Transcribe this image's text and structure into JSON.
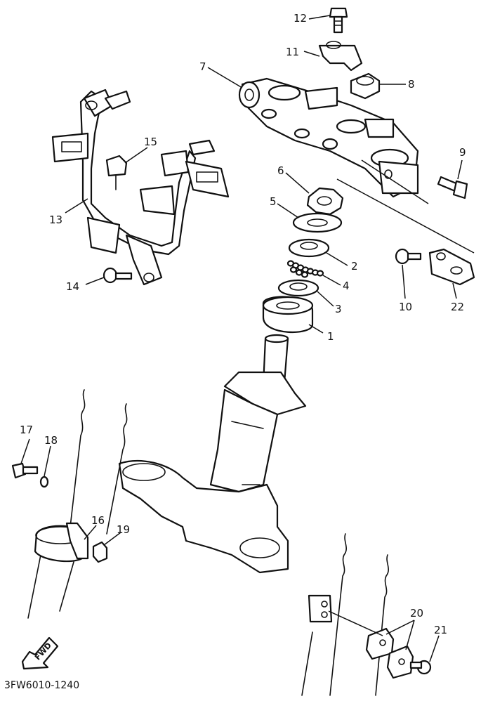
{
  "callouts": [
    "1",
    "2",
    "3",
    "4",
    "5",
    "6",
    "7",
    "8",
    "9",
    "10",
    "11",
    "12",
    "13",
    "14",
    "15",
    "16",
    "17",
    "18",
    "19",
    "20",
    "21",
    "22"
  ],
  "diagram_code": "3FW6010-1240",
  "fwd_label": "FWD",
  "colors": {
    "line": "#111111",
    "background": "#ffffff"
  }
}
